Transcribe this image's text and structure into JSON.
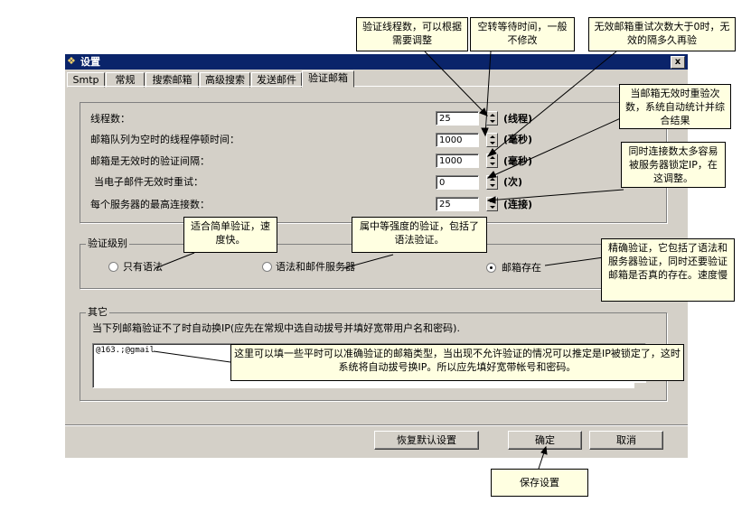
{
  "window": {
    "title": "设置",
    "close_label": "x"
  },
  "tabs": [
    {
      "label": "Smtp"
    },
    {
      "label": "常规"
    },
    {
      "label": "搜索邮箱"
    },
    {
      "label": "高级搜索"
    },
    {
      "label": "发送邮件"
    },
    {
      "label": "验证邮箱",
      "active": true
    }
  ],
  "settings": {
    "thread_count": {
      "label": "线程数：",
      "value": "25",
      "unit": "(线程)"
    },
    "queue_wait": {
      "label": "邮箱队列为空时的线程停顿时间：",
      "value": "1000",
      "unit": "(毫秒)"
    },
    "invalid_interval": {
      "label": "邮箱是无效时的验证间隔：",
      "value": "1000",
      "unit": "(毫秒)"
    },
    "retry": {
      "label": "当电子邮件无效时重试：",
      "value": "0",
      "unit": "(次)"
    },
    "max_conn": {
      "label": "每个服务器的最高连接数：",
      "value": "25",
      "unit": "(连接)"
    }
  },
  "level": {
    "label": "验证级别",
    "options": [
      {
        "label": "只有语法",
        "selected": false
      },
      {
        "label": "语法和邮件服务器",
        "selected": false
      },
      {
        "label": "邮箱存在",
        "selected": true
      }
    ]
  },
  "other": {
    "label": "其它",
    "hint": "当下列邮箱验证不了时自动换IP(应先在常规中选自动拔号并填好宽带用户名和密码).",
    "domains": "@163.;@gmail"
  },
  "buttons": {
    "restore": "恢复默认设置",
    "ok": "确定",
    "cancel": "取消"
  },
  "callouts": {
    "threads": "验证线程数，可以根据需要调整",
    "idle": "空转等待时间，一般不修改",
    "invalid_retry": "无效邮箱重试次数大于0时，无效的隔多久再验",
    "retry_count": "当邮箱无效时重验次数，系统自动统计并综合结果",
    "max_conn": "同时连接数太多容易被服务器锁定IP，在这调整。",
    "syntax": "适合简单验证，速度快。",
    "medium": "属中等强度的验证，包括了语法验证。",
    "exact": "精确验证，它包括了语法和服务器验证，同时还要验证邮箱是否真的存在。速度慢",
    "domains": "这里可以填一些平时可以准确验证的邮箱类型，当出现不允许验证的情况可以推定是IP被锁定了，这时系统将自动拔号换IP。所以应先填好宽带帐号和密码。",
    "save": "保存设置"
  }
}
